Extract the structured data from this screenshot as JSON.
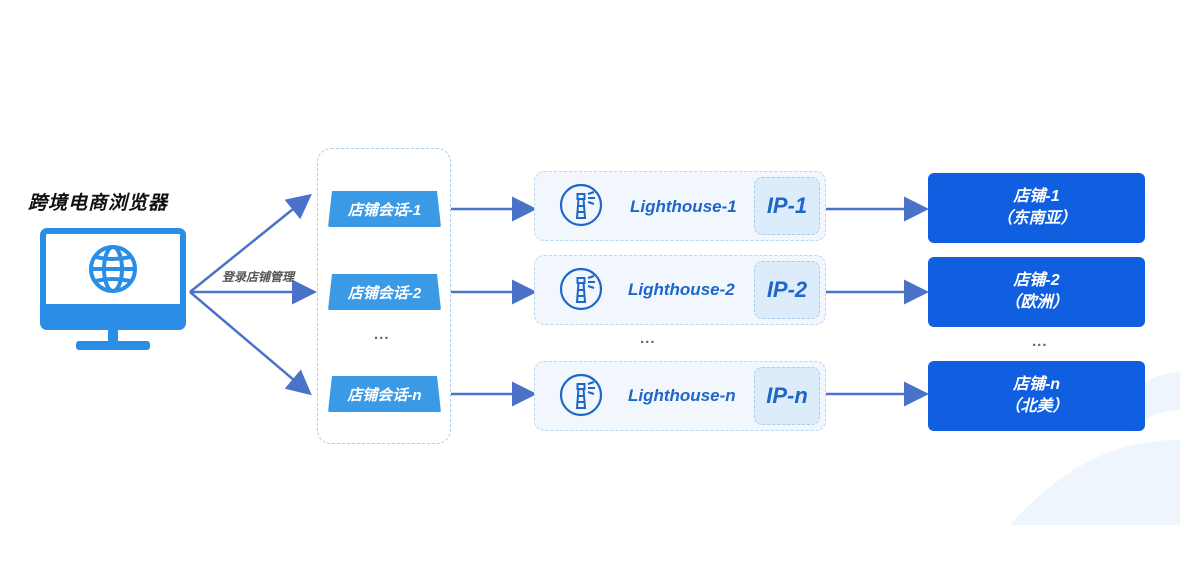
{
  "browser": {
    "title": "跨境电商浏览器",
    "icon": "monitor-globe-icon"
  },
  "login_label": "登录店铺管理",
  "sessions": [
    "店铺会话-1",
    "店铺会话-2",
    "店铺会话-n"
  ],
  "lighthouses": [
    {
      "name": "Lighthouse-1",
      "ip": "IP-1"
    },
    {
      "name": "Lighthouse-2",
      "ip": "IP-2"
    },
    {
      "name": "Lighthouse-n",
      "ip": "IP-n"
    }
  ],
  "stores": [
    {
      "name": "店铺-1",
      "region": "（东南亚）"
    },
    {
      "name": "店铺-2",
      "region": "（欧洲）"
    },
    {
      "name": "店铺-n",
      "region": "（北美）"
    }
  ],
  "ellipsis": "...",
  "colors": {
    "arrow": "#4a72c9",
    "session": "#3a9ae6",
    "store": "#0f5fe0",
    "lighthouse_text": "#1e66c8",
    "monitor": "#2b8ee6"
  }
}
